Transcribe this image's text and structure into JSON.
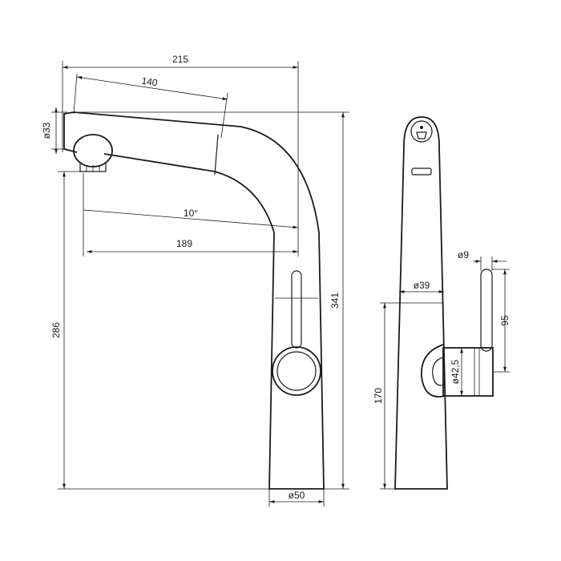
{
  "drawing": {
    "dimensions": {
      "overall_width": "215",
      "spout_length": "140",
      "spray_diameter": "ø33",
      "spout_angle": "10°",
      "spout_reach": "189",
      "outlet_height": "286",
      "total_height": "341",
      "base_diameter": "ø50",
      "lever_diameter": "ø9",
      "body_diameter": "ø39",
      "lever_height": "95",
      "cartridge_diameter": "ø42,5",
      "lever_axis_height": "170"
    },
    "colors": {
      "line": "#1a1a1a",
      "background": "#ffffff"
    }
  }
}
